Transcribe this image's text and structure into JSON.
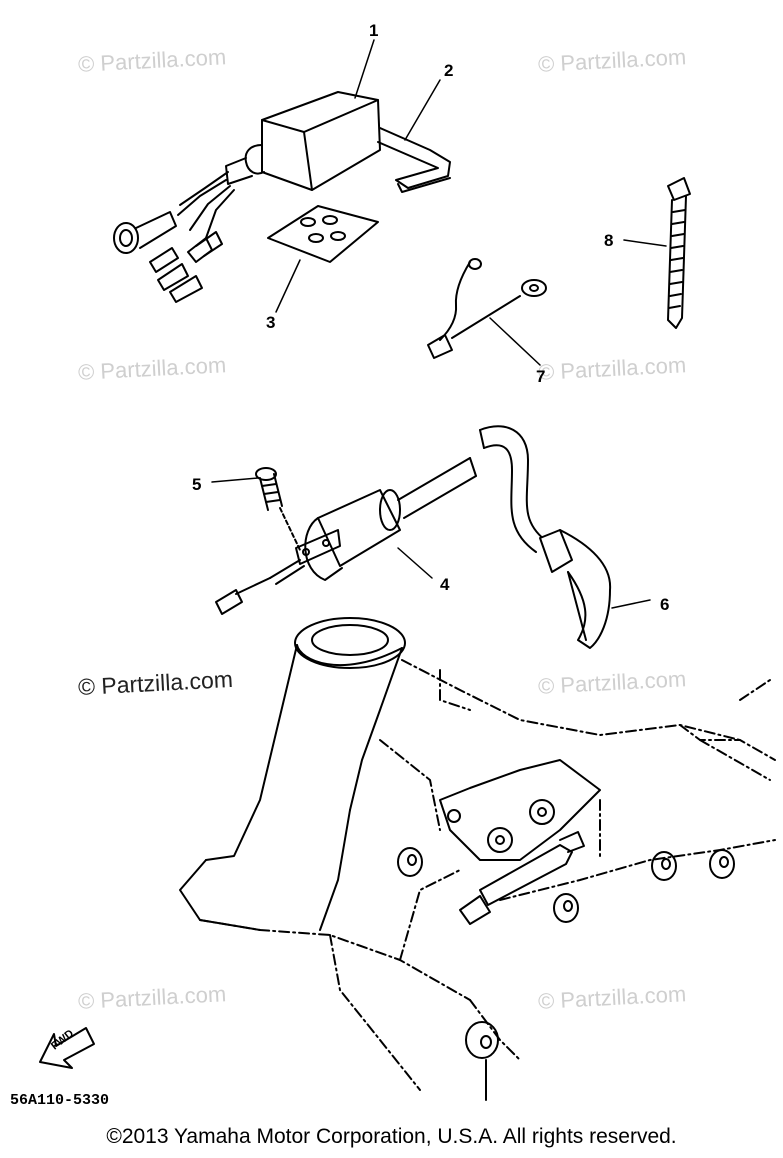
{
  "watermarks": [
    "© Partzilla.com",
    "© Partzilla.com",
    "© Partzilla.com",
    "© Partzilla.com",
    "© Partzilla.com",
    "© Partzilla.com",
    "© Partzilla.com",
    "© Partzilla.com"
  ],
  "callouts": {
    "c1": "1",
    "c2": "2",
    "c3": "3",
    "c4": "4",
    "c5": "5",
    "c6": "6",
    "c7": "7",
    "c8": "8"
  },
  "fwd_label": "FWD",
  "part_code": "56A110-5330",
  "copyright": "©2013  Yamaha Motor Corporation, U.S.A. All rights reserved."
}
